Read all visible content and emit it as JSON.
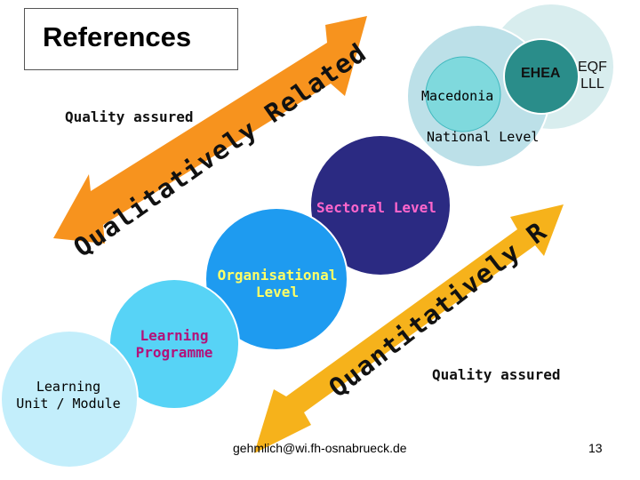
{
  "slide": {
    "title": "References",
    "page_number": "13",
    "footer_email": "gehmlich@wi.fh-osnabrueck.de"
  },
  "circles": {
    "unit": "Learning\nUnit / Module",
    "programme": "Learning\nProgramme",
    "organisational": "Organisational\nLevel",
    "sectoral": "Sectoral Level",
    "national": "National Level",
    "macedonia": "Macedonia",
    "ehea": "EHEA",
    "eqf": "EQF\nLLL"
  },
  "arrows": {
    "upper_label": "Quality assured",
    "upper_text": "Qualitatively Related Learning Outcomes",
    "lower_label": "Quality assured",
    "lower_text": "Quantitatively Related Credits"
  },
  "colors": {
    "orange_arrow": "#F7931E",
    "gold_arrow": "#F6B21B",
    "unit": "#C3EEFB",
    "programme": "#57D3F6",
    "organisational": "#1E9BF0",
    "sectoral": "#2B2A82",
    "national": "#BCE0E8",
    "macedonia": "#7FD9DD",
    "ehea": "#2A8D8A",
    "eqf": "#D8EDEE"
  }
}
